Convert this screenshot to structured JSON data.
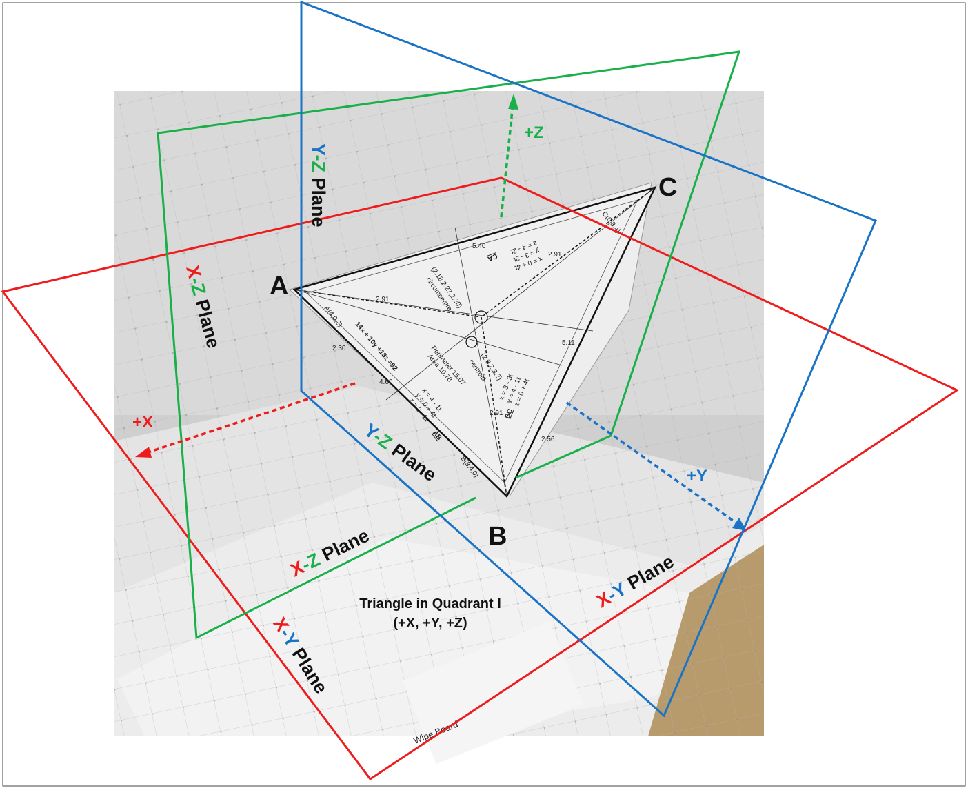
{
  "colors": {
    "x": "#ee1c1c",
    "y": "#1a73c4",
    "z": "#19b04a",
    "text": "#111111",
    "photo": "#c9c9c9"
  },
  "vertices": {
    "a": "A",
    "b": "B",
    "c": "C"
  },
  "axes": {
    "plus_x": "+X",
    "plus_y": "+Y",
    "plus_z": "+Z"
  },
  "planes": {
    "yz": {
      "first": "Y",
      "dash": "-",
      "second": "Z",
      "word": " Plane"
    },
    "xz": {
      "first": "X",
      "dash": "-",
      "second": "Z",
      "word": " Plane"
    },
    "xy": {
      "first": "X",
      "dash": "-",
      "second": "Y",
      "word": " Plane"
    }
  },
  "caption": {
    "line1": "Triangle in Quadrant I",
    "line2": "(+X, +Y, +Z)"
  },
  "triangle_sheet": {
    "point_a": "A(4,0,2)",
    "point_b": "B(3,4,0)",
    "point_c": "C(0,3,4)",
    "plane_equation": "14x + 10y +13z =82",
    "circumcentre_coords": "(2.18,2.27,2.20)",
    "circumcentre_label": "circumcentre",
    "centroid_coords": "(2.3,2.3,2)",
    "centroid_label": "centroid",
    "perimeter": "Perimeter 15.07",
    "area": "Area 10.78",
    "ab_label": "AB",
    "ab_eq": [
      "x = 4 - 1t",
      "y = 0 + 4t",
      "z = 2 - 2t"
    ],
    "bc_label": "BC",
    "bc_eq": [
      "x = 3 - 3t",
      "y = 4 - 1t",
      "z = 0 + 4t"
    ],
    "ca_label": "CA",
    "ca_eq": [
      "x = 0 + 4t",
      "y = 3 - 3t",
      "z = 4 - 2t"
    ],
    "measures": [
      "5.40",
      "2.91",
      "2.91",
      "2.91",
      "5.11",
      "2.30",
      "4.60",
      "2.56"
    ]
  },
  "whiteboard_label": "Wipe Board"
}
